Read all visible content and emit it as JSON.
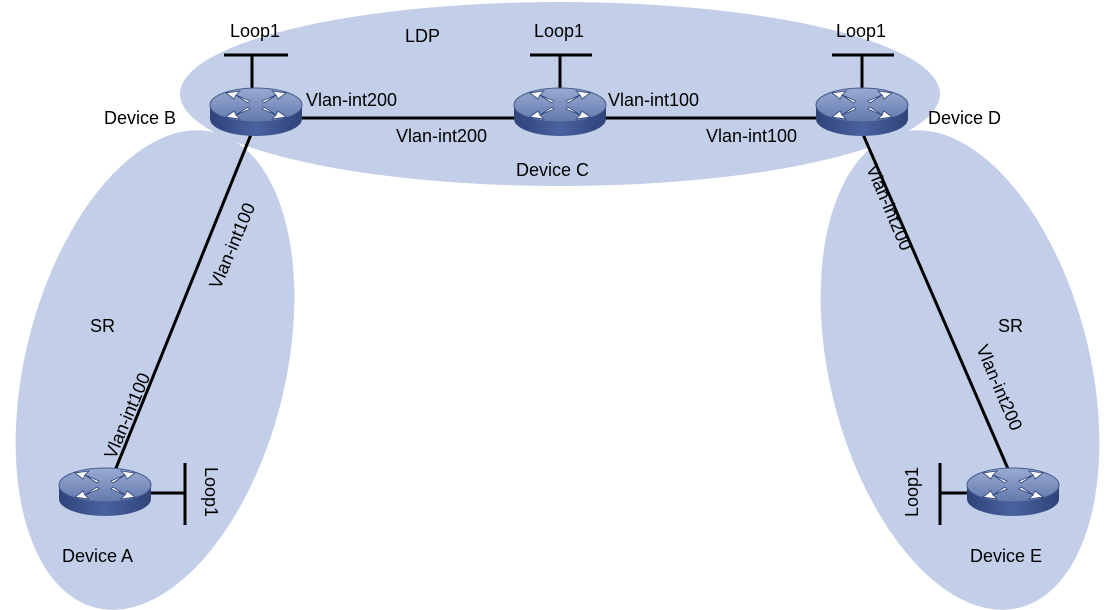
{
  "regions": {
    "ldp_label": "LDP",
    "sr_left_label": "SR",
    "sr_right_label": "SR"
  },
  "devices": {
    "a": {
      "name": "Device A",
      "loopback": "Loop1"
    },
    "b": {
      "name": "Device B",
      "loopback": "Loop1"
    },
    "c": {
      "name": "Device C",
      "loopback": "Loop1"
    },
    "d": {
      "name": "Device D",
      "loopback": "Loop1"
    },
    "e": {
      "name": "Device E",
      "loopback": "Loop1"
    }
  },
  "links": {
    "b_c": {
      "b_side": "Vlan-int200",
      "c_side": "Vlan-int200"
    },
    "c_d": {
      "c_side": "Vlan-int100",
      "d_side": "Vlan-int100"
    },
    "a_b": {
      "b_side": "Vlan-int100",
      "a_side": "Vlan-int100"
    },
    "d_e": {
      "d_side": "Vlan-int200",
      "e_side": "Vlan-int200"
    }
  },
  "colors": {
    "region_fill": "#c3cfe8",
    "device_top": "#7c90bd",
    "device_side": "#3f5591",
    "link": "#000000"
  }
}
